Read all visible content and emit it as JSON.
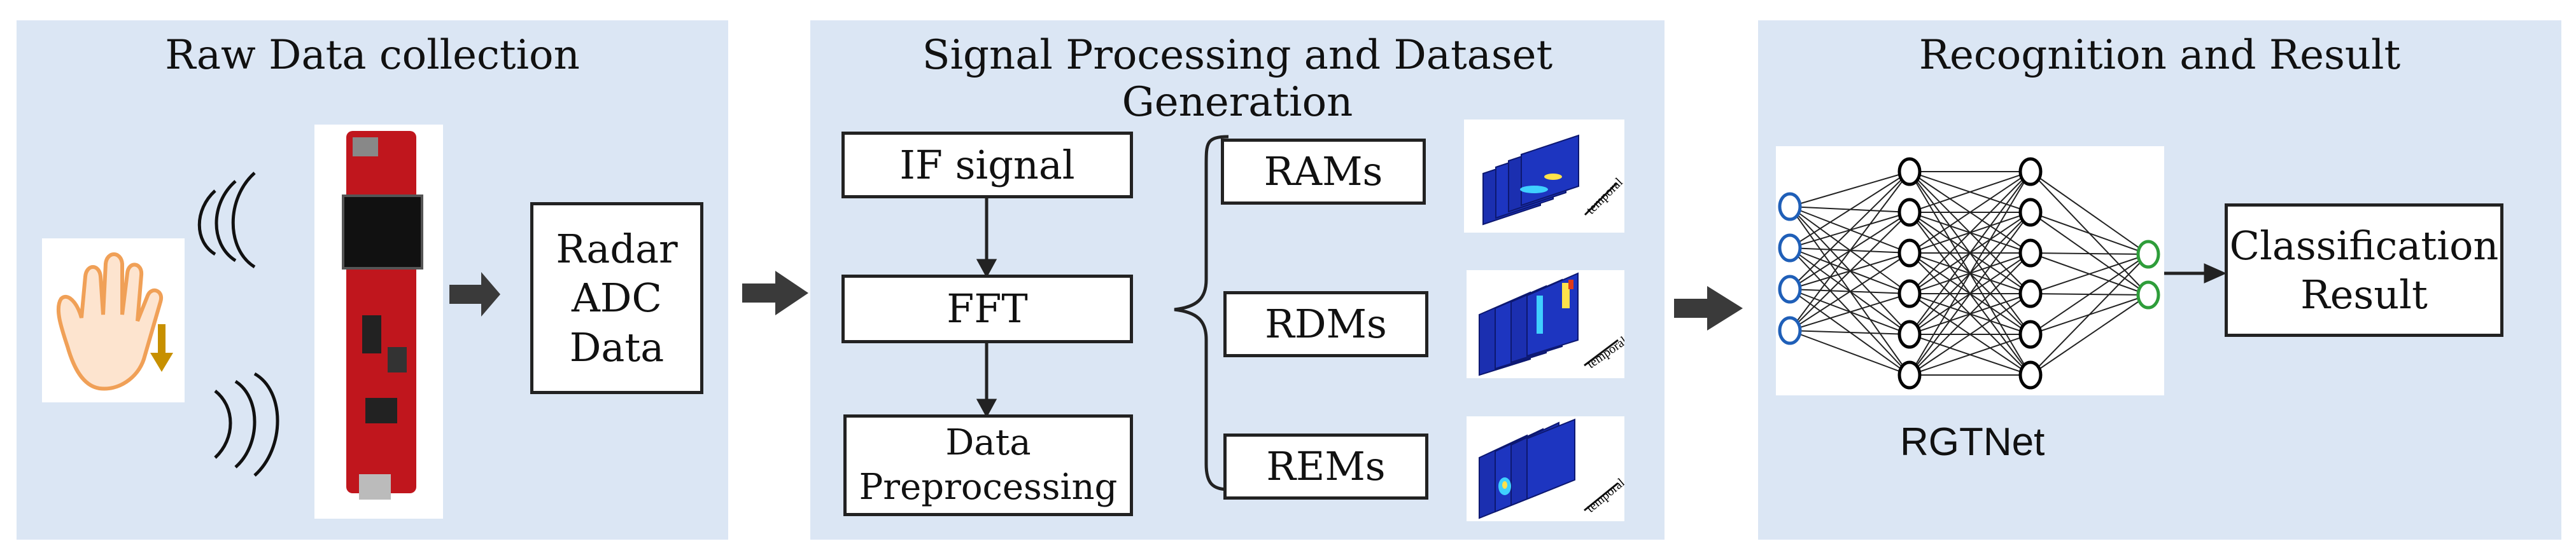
{
  "panels": {
    "raw": {
      "title": "Raw Data collection"
    },
    "signal": {
      "title": "Signal Processing and Dataset Generation"
    },
    "recog": {
      "title": "Recognition and Result"
    }
  },
  "boxes": {
    "radar_adc": "Radar ADC Data",
    "if_signal": "IF signal",
    "fft": "FFT",
    "preprocessing": "Data Preprocessing",
    "rams": "RAMs",
    "rdms": "RDMs",
    "rems": "REMs",
    "classification": "Classification Result"
  },
  "network_label": "RGTNet",
  "temporal_label": "temporal",
  "icons": {
    "hand": "hand-icon",
    "radar_board": "radar-board-icon",
    "wave": "radar-wave-icon",
    "down_arrow": "down-arrow-icon"
  },
  "colors": {
    "panel_bg": "#dbe6f4",
    "board_red": "#c0161d",
    "hand_orange": "#f0a057",
    "input_node": "#1f5fb8",
    "output_node": "#2e9d3a",
    "heatmap_blue": "#1b2fb0"
  }
}
